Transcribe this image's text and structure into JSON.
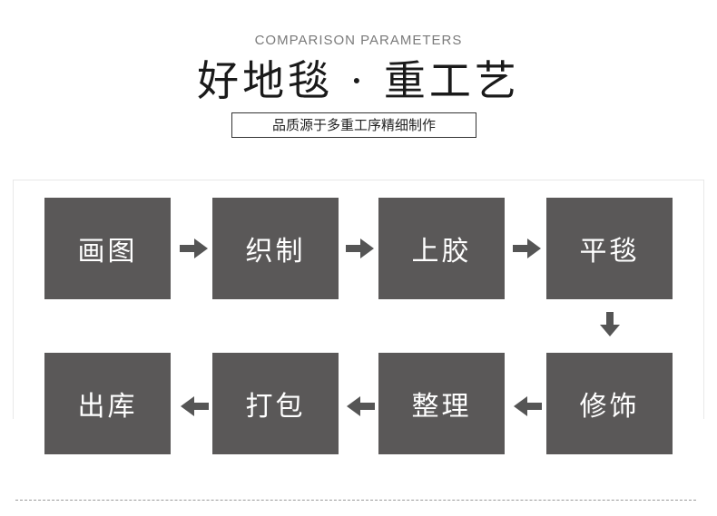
{
  "header": {
    "subtitle_en": "COMPARISON PARAMETERS",
    "title": "好地毯 · 重工艺",
    "tagline": "品质源于多重工序精细制作"
  },
  "process": {
    "row1": [
      "画图",
      "织制",
      "上胶",
      "平毯"
    ],
    "row2": [
      "出库",
      "打包",
      "整理",
      "修饰"
    ]
  },
  "colors": {
    "step_bg": "#5a5858",
    "arrow": "#555555",
    "title": "#1a1a1a"
  }
}
